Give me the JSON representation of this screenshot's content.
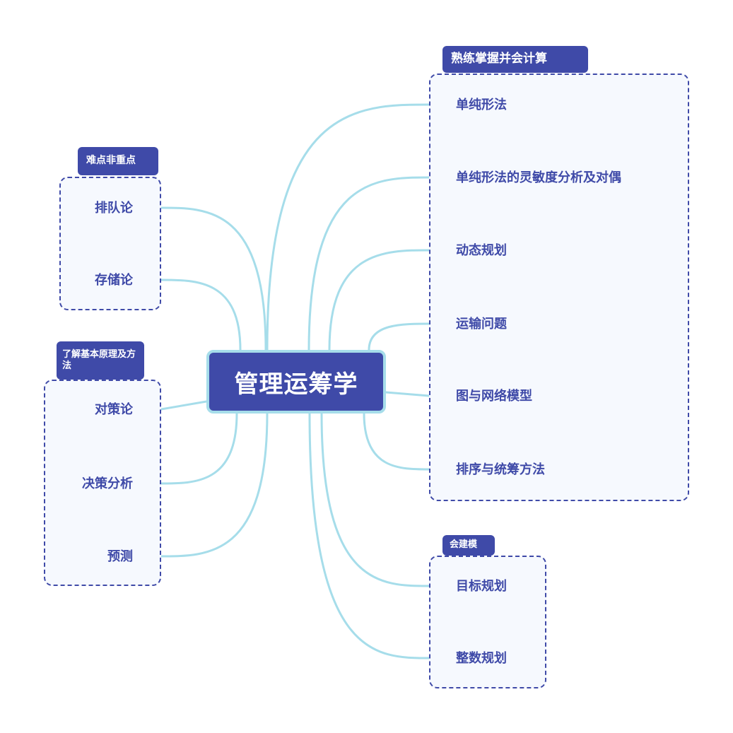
{
  "colors": {
    "accent": "#3f4aa8",
    "link": "#a6ddea",
    "group_fill": "#f6f9fe"
  },
  "center": {
    "label": "管理运筹学"
  },
  "groups": [
    {
      "tag": "熟练掌握并会计算",
      "items": [
        "单纯形法",
        "单纯形法的灵敏度分析及对偶",
        "动态规划",
        "运输问题",
        "图与网络模型",
        "排序与统筹方法"
      ]
    },
    {
      "tag": "难点非重点",
      "items": [
        "排队论",
        "存储论"
      ]
    },
    {
      "tag": "了解基本原理及方法",
      "items": [
        "对策论",
        "决策分析",
        "预测"
      ]
    },
    {
      "tag": "会建模",
      "items": [
        "目标规划",
        "整数规划"
      ]
    }
  ]
}
